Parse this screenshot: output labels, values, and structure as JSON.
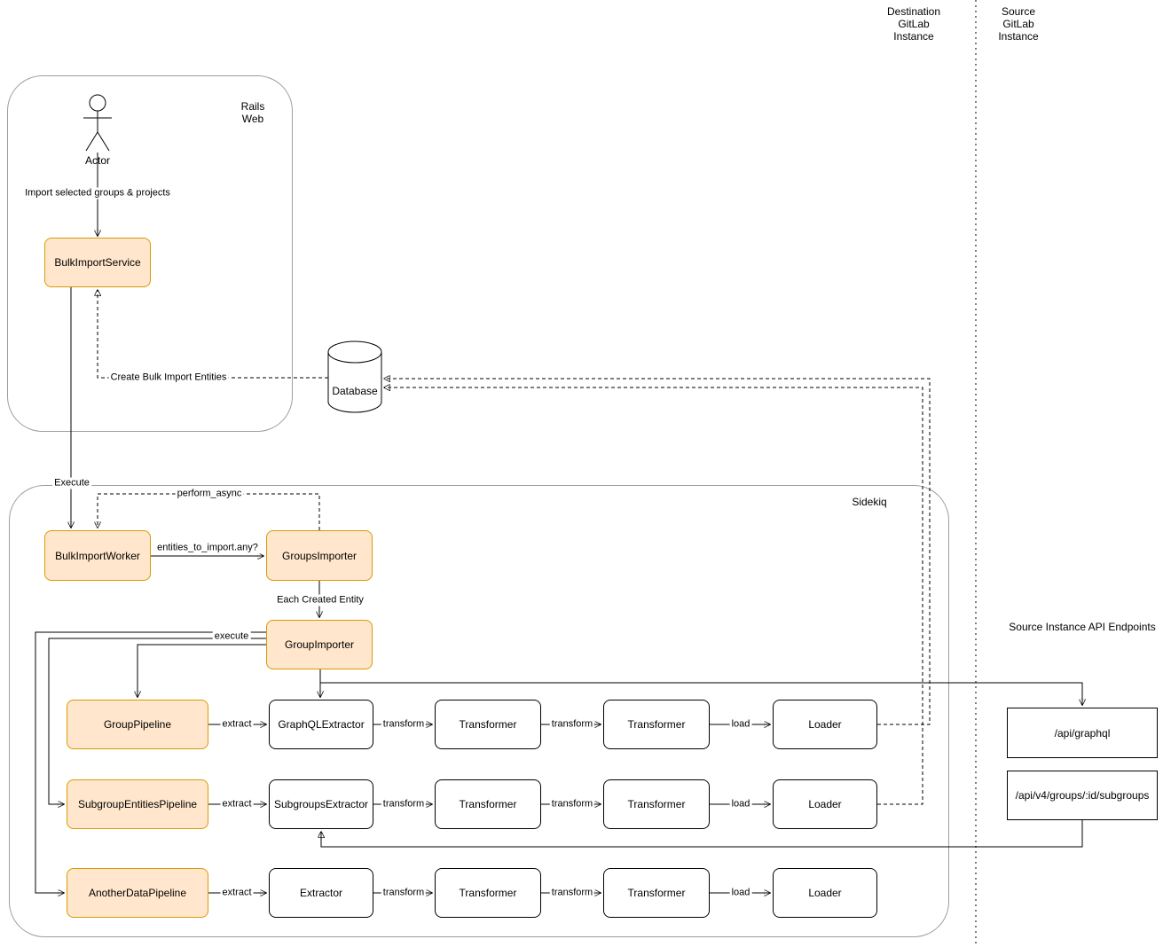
{
  "headers": {
    "destination_instance": "Destination\nGitLab\nInstance",
    "source_instance": "Source\nGitLab\nInstance",
    "api_endpoints_title": "Source Instance API Endpoints"
  },
  "containers": {
    "rails_web": "Rails\nWeb",
    "sidekiq": "Sidekiq"
  },
  "actor_label": "Actor",
  "nodes": {
    "bulk_import_service": "BulkImportService",
    "database": "Database",
    "bulk_import_worker": "BulkImportWorker",
    "groups_importer": "GroupsImporter",
    "group_importer": "GroupImporter",
    "group_pipeline": "GroupPipeline",
    "subgroup_entities_pipeline": "SubgroupEntitiesPipeline",
    "another_data_pipeline": "AnotherDataPipeline",
    "graphql_extractor": "GraphQLExtractor",
    "subgroups_extractor": "SubgroupsExtractor",
    "extractor": "Extractor",
    "transformer": "Transformer",
    "loader": "Loader",
    "api_graphql": "/api/graphql",
    "api_subgroups": "/api/v4/groups/:id/subgroups"
  },
  "edge_labels": {
    "import_selected": "Import selected groups & projects",
    "create_entities": "Create Bulk Import Entities",
    "execute": "Execute",
    "perform_async": "perform_async",
    "entities_check": "entities_to_import.any?",
    "each_created_entity": "Each Created Entity",
    "pipeline_execute": "execute",
    "extract": "extract",
    "transform": "transform",
    "load": "load"
  },
  "colors": {
    "accent_fill": "#ffe6cc",
    "accent_border": "#d79b00",
    "box_border": "#000000",
    "container_border": "#9e9e9e"
  }
}
